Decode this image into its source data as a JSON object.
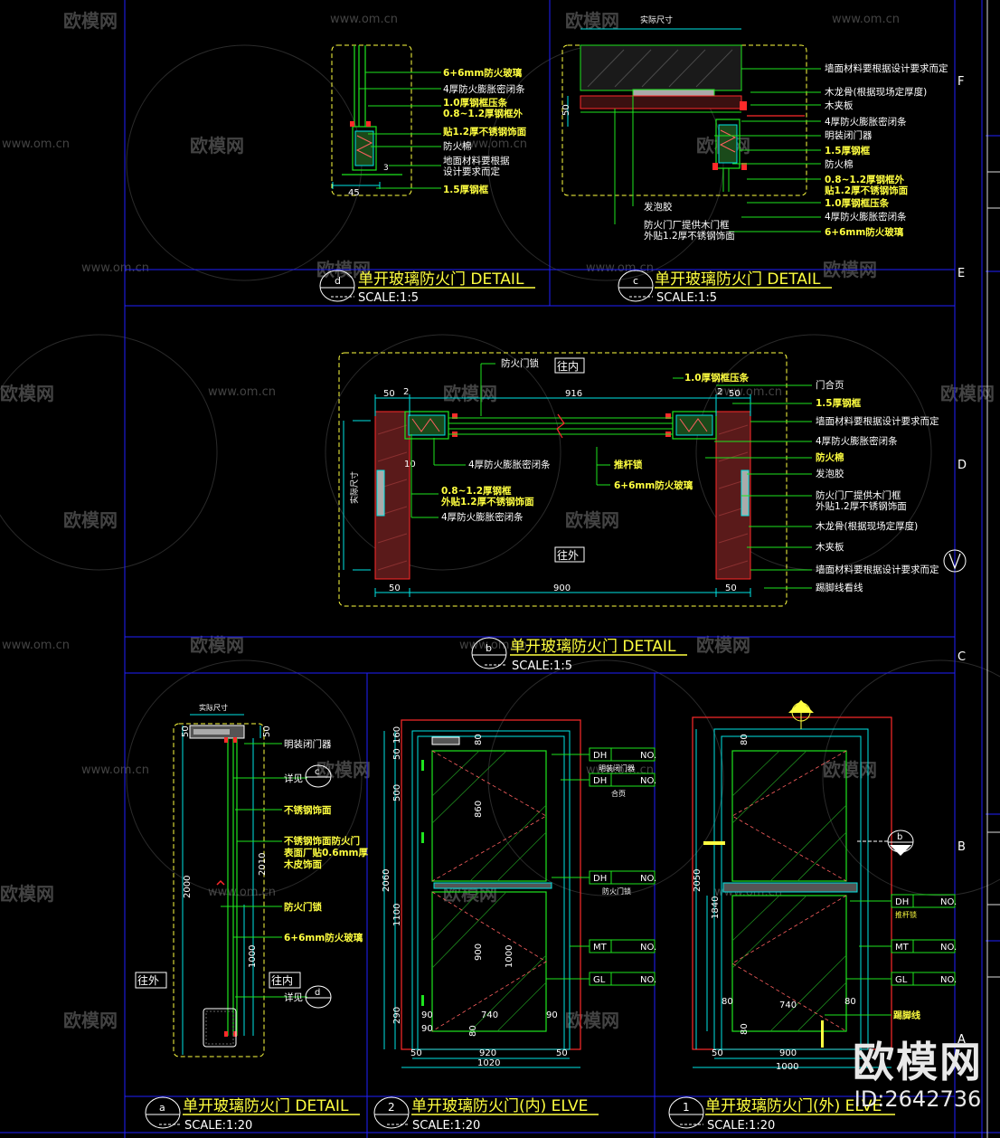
{
  "watermark": {
    "site": "www.om.cn",
    "logo": "欧模网"
  },
  "brand": {
    "name": "欧模网",
    "id": "ID:2642736"
  },
  "grid_labels": {
    "F": "F",
    "E": "E",
    "D": "D",
    "C": "C",
    "B": "B",
    "A": "A"
  },
  "detail_d": {
    "marker": "d",
    "title": "单开玻璃防火门   DETAIL",
    "scale": "SCALE:1:5",
    "labels": [
      "6+6mm防火玻璃",
      "4厚防火膨胀密闭条",
      "1.0厚钢框压条",
      "0.8~1.2厚钢框外",
      "贴1.2厚不锈钢饰面",
      "防火棉",
      "地面材料要根据",
      "设计要求而定",
      "1.5厚钢框"
    ],
    "dims": [
      "45",
      "3"
    ]
  },
  "detail_c": {
    "marker": "c",
    "title": "单开玻璃防火门   DETAIL",
    "scale": "SCALE:1:5",
    "top_dim": "实际尺寸",
    "dims": [
      "50"
    ],
    "labels": [
      "墙面材料要根据设计要求而定",
      "木龙骨(根据现场定厚度)",
      "木夹板",
      "4厚防火膨胀密闭条",
      "明装闭门器",
      "1.5厚钢框",
      "防火棉",
      "0.8~1.2厚钢框外",
      "贴1.2厚不锈钢饰面",
      "1.0厚钢框压条",
      "4厚防火膨胀密闭条",
      "6+6mm防火玻璃"
    ],
    "left_labels": [
      "发泡胶",
      "防火门厂提供木门框",
      "外贴1.2厚不锈钢饰面"
    ]
  },
  "detail_b": {
    "marker": "b",
    "title": "单开玻璃防火门   DETAIL",
    "scale": "SCALE:1:5",
    "inside": "往内",
    "outside": "往外",
    "lock": "防火门锁",
    "pushbar": "推杆锁",
    "glass": "6+6mm防火玻璃",
    "side_dim": "实际尺寸",
    "dims": [
      "50",
      "2",
      "916",
      "2",
      "50",
      "10",
      "50",
      "900",
      "50"
    ],
    "labels_right": [
      "1.0厚钢框压条",
      "门合页",
      "1.5厚钢框",
      "墙面材料要根据设计要求而定",
      "4厚防火膨胀密闭条",
      "防火棉",
      "发泡胶",
      "防火门厂提供木门框",
      "外贴1.2厚不锈钢饰面",
      "木龙骨(根据现场定厚度)",
      "木夹板",
      "墙面材料要根据设计要求而定",
      "踢脚线看线"
    ],
    "labels_left": [
      "4厚防火膨胀密闭条",
      "0.8~1.2厚钢框",
      "外贴1.2厚不锈钢饰面",
      "4厚防火膨胀密闭条"
    ]
  },
  "section_a": {
    "marker": "a",
    "title": "单开玻璃防火门   DETAIL",
    "scale": "SCALE:1:20",
    "top_dim": "实际尺寸",
    "outside": "往外",
    "inside": "往内",
    "detail_ref": "详见",
    "ref_c": "c",
    "ref_d": "d",
    "dims": [
      "50",
      "50",
      "2000",
      "2010",
      "1000"
    ],
    "labels": [
      "明装闭门器",
      "不锈钢饰面",
      "不锈钢饰面防火门",
      "表面厂贴0.6mm厚",
      "木皮饰面",
      "防火门锁",
      "6+6mm防火玻璃"
    ]
  },
  "elev_inside": {
    "marker": "2",
    "title": "单开玻璃防火门(内)   ELVE",
    "scale": "SCALE:1:20",
    "dims_left": [
      "160",
      "50",
      "500",
      "2060",
      "1100",
      "290"
    ],
    "dims_inner": [
      "80",
      "90",
      "860",
      "900",
      "1000",
      "90",
      "740",
      "90",
      "80"
    ],
    "dims_bottom": [
      "50",
      "920",
      "50",
      "1020"
    ],
    "tags": [
      {
        "code": "DH",
        "no": "NO."
      },
      {
        "code": "DH",
        "no": "NO."
      },
      {
        "code": "DH",
        "no": "NO."
      },
      {
        "code": "MT",
        "no": "NO."
      },
      {
        "code": "GL",
        "no": "NO."
      }
    ],
    "tag_notes": [
      "明装闭门器",
      "合页",
      "防火门锁"
    ]
  },
  "elev_outside": {
    "marker": "1",
    "title": "单开玻璃防火门(外)   ELVE",
    "scale": "SCALE:1:20",
    "ref_b": "b",
    "dims_left": [
      "2050",
      "1840"
    ],
    "dims_inner": [
      "80",
      "80",
      "80",
      "740",
      "80"
    ],
    "dims_bottom": [
      "50",
      "900",
      "1000"
    ],
    "tags": [
      {
        "code": "DH",
        "no": "NO."
      },
      {
        "code": "MT",
        "no": "NO."
      },
      {
        "code": "GL",
        "no": "NO."
      }
    ],
    "tag_notes": [
      "推杆锁",
      "踢脚线"
    ]
  },
  "colors": {
    "background": "#000000",
    "grid_blue": "#2020ff",
    "frame_red": "#ff2a2a",
    "dim_cyan": "#00e5e5",
    "line_green": "#1ee51e",
    "text_yellow": "#ffff40",
    "text_white": "#ffffff",
    "magenta": "#e040e0"
  }
}
